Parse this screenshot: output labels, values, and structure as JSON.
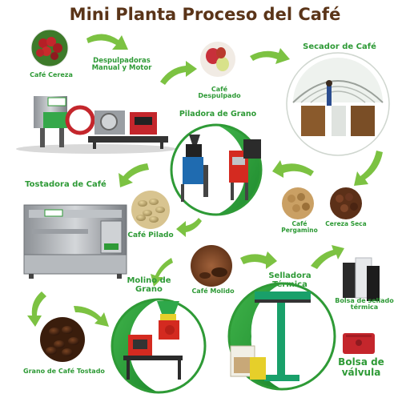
{
  "title": "Mini Planta Proceso del Café",
  "labels": {
    "cafe_cereza": "Café Cereza",
    "despulpadoras": "Despulpadoras Manual y Motor",
    "cafe_despulpado": "Café Despulpado",
    "secador": "Secador de Café",
    "piladora": "Piladora de Grano",
    "tostadora": "Tostadora de Café",
    "cafe_pergamino": "Café Pergamino",
    "cereza_seca": "Cereza Seca",
    "cafe_pilado": "Café Pilado",
    "cafe_molido": "Café Molido",
    "molino": "Molino de Grano",
    "selladora": "Selladora Térmica",
    "bolsa_sellado": "Bolsa de sellado térmica",
    "grano_tostado": "Grano de Café Tostado",
    "bolsa_valvula": "Bolsa de válvula"
  },
  "colors": {
    "title": "#5a3418",
    "label": "#2e9a36",
    "arrow": "#7cc242",
    "ring": "#2e9a36",
    "machine_green": "#19a06a",
    "machine_red": "#d42a20",
    "coffee_dark": "#4a2612",
    "coffee_red": "#b51f26",
    "bean_green": "#c9b27a"
  }
}
